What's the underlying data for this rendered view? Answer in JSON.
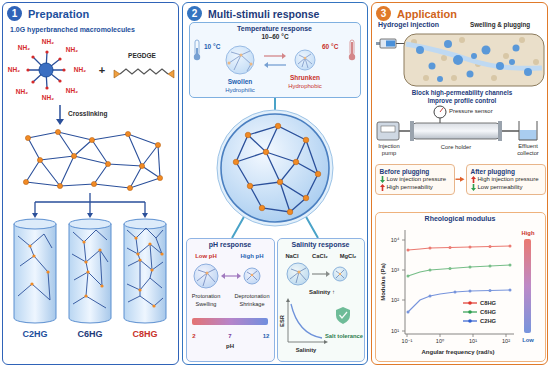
{
  "diagram": {
    "nodes": [
      {
        "text": [
          "1",
          "Preparation"
        ]
      },
      {
        "text": [
          "2",
          "Multi-stimuli response"
        ]
      },
      {
        "text": [
          "3",
          "Application"
        ]
      },
      {
        "text": [
          "Temperature response"
        ],
        "in": 1
      },
      {
        "text": [
          "pH response"
        ],
        "in": 1
      },
      {
        "text": [
          "Salinity response"
        ],
        "in": 1
      },
      {
        "text": [
          "Before plugging",
          "Low injection pressure",
          "High permeability"
        ],
        "in": 2
      },
      {
        "text": [
          "After plugging",
          "High injection pressure",
          "Low permeability"
        ],
        "in": 2
      },
      {
        "text": [
          "Rheological modulus"
        ],
        "in": 2
      }
    ],
    "edges": [
      {
        "from": 6,
        "to": 7,
        "arrow": "to"
      }
    ],
    "labels": [
      "1.0G hyperbranched macromolecules",
      "NH₂",
      "NH₂",
      "NH₂",
      "NH₂",
      "NH₂",
      "NH₂",
      "NH₂",
      "NH₂",
      "+",
      "PEGDGE",
      "Crosslinking",
      "C2HG",
      "C6HG",
      "C8HG",
      "10–60 °C",
      "10 °C",
      "60 °C",
      "Swollen",
      "Hydrophilic",
      "Shrunken",
      "Hydrophobic",
      "Low pH",
      "High pH",
      "Protonation",
      "Swelling",
      "Deprotonation",
      "Shrinkage",
      "2",
      "7",
      "12",
      "pH",
      "NaCl",
      "CaCl₂",
      "MgCl₂",
      "Salinity ↑",
      "ESR",
      "Salinity",
      "Salt tolerance",
      "Hydrogel injection",
      "Swelling & plugging",
      "Block high-permeability channels",
      "Improve profile control",
      "Pressure sensor",
      "Injection pump",
      "Core holder",
      "Effluent collector",
      "Modulus (Pa)",
      "10⁴",
      "10³",
      "10²",
      "10¹",
      "10⁻¹",
      "10⁰",
      "10¹",
      "10²",
      "Angular frequency (rad/s)",
      "High",
      "Low"
    ],
    "legend": [
      {
        "text": "C8HG",
        "color": "#e0352b"
      },
      {
        "text": "C6HG",
        "color": "#2e9e4f"
      },
      {
        "text": "C2HG",
        "color": "#2f5fd0"
      }
    ]
  }
}
